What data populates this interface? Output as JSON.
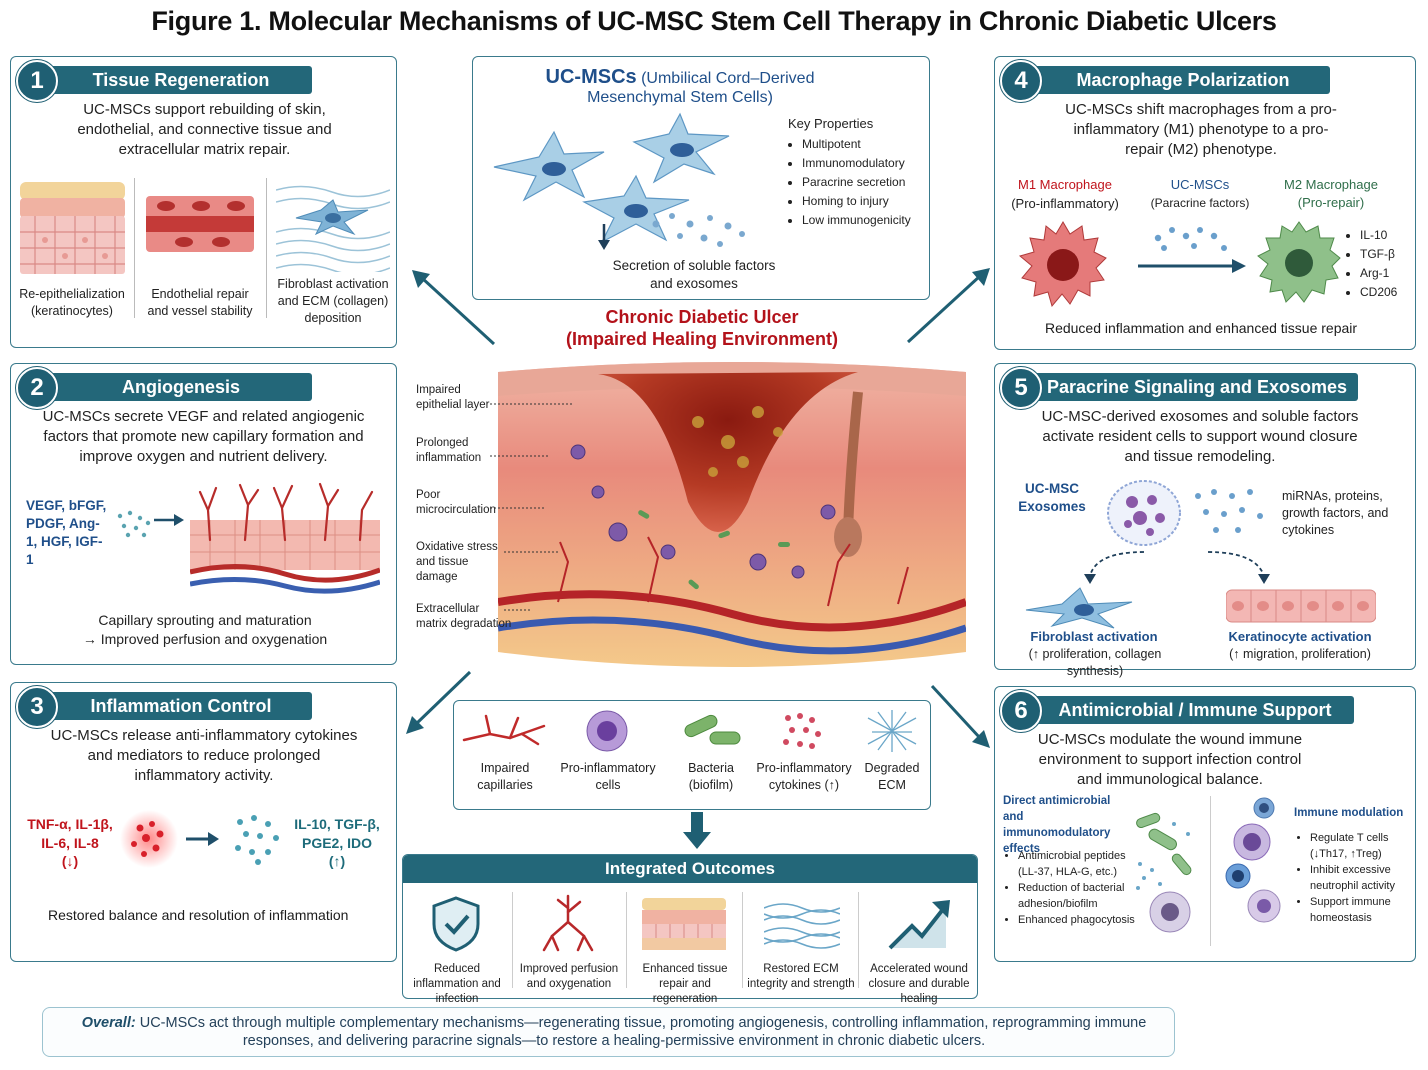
{
  "title": "Figure 1. Molecular Mechanisms of UC-MSC Stem Cell Therapy in Chronic Diabetic Ulcers",
  "colors": {
    "panel_border": "#3a7a8c",
    "header": "#236779",
    "badge": "#1f5f73",
    "accent_red": "#c0141c",
    "accent_blue": "#1f4f8a"
  },
  "center": {
    "msc_title": "UC-MSCs",
    "msc_subtitle_1": "(Umbilical Cord–Derived",
    "msc_subtitle_2": "Mesenchymal Stem Cells)",
    "props_title": "Key Properties",
    "props": [
      "Multipotent",
      "Immunomodulatory",
      "Paracrine secretion",
      "Homing to injury",
      "Low immunogenicity"
    ],
    "secretion": "Secretion of soluble factors and exosomes",
    "ulcer_title_1": "Chronic Diabetic Ulcer",
    "ulcer_title_2": "(Impaired Healing Environment)",
    "ulcer_labels": [
      "Impaired epithelial layer",
      "Prolonged inflammation",
      "Poor microcirculation",
      "Oxidative stress and tissue damage",
      "Extracellular matrix degradation"
    ],
    "legend": [
      {
        "label": "Impaired capillaries",
        "icon": "capillary-icon"
      },
      {
        "label": "Pro-inflammatory cells",
        "icon": "inflammatory-cell-icon"
      },
      {
        "label": "Bacteria (biofilm)",
        "icon": "bacteria-icon"
      },
      {
        "label": "Pro-inflammatory cytokines (↑)",
        "icon": "cytokine-icon"
      },
      {
        "label": "Degraded ECM",
        "icon": "ecm-icon"
      }
    ]
  },
  "panel1": {
    "num": "1",
    "title": "Tissue Regeneration",
    "desc": "UC-MSCs support rebuilding of skin, endothelial, and connective tissue and extracellular matrix repair.",
    "items": [
      "Re-epithelialization (keratinocytes)",
      "Endothelial repair and vessel stability",
      "Fibroblast activation and ECM (collagen) deposition"
    ]
  },
  "panel2": {
    "num": "2",
    "title": "Angiogenesis",
    "desc": "UC-MSCs secrete VEGF and related angiogenic factors that promote new capillary formation and improve oxygen and nutrient delivery.",
    "factors": "VEGF, bFGF, PDGF, Ang-1, HGF, IGF-1",
    "caption_1": "Capillary sprouting and maturation",
    "caption_2": "→ Improved perfusion and oxygenation"
  },
  "panel3": {
    "num": "3",
    "title": "Inflammation Control",
    "desc": "UC-MSCs release anti-inflammatory cytokines and mediators to reduce prolonged inflammatory activity.",
    "pro": "TNF-α, IL-1β, IL-6, IL-8",
    "pro_dir": "(↓)",
    "anti": "IL-10, TGF-β, PGE2, IDO",
    "anti_dir": "(↑)",
    "caption": "Restored balance and resolution of inflammation"
  },
  "panel4": {
    "num": "4",
    "title": "Macrophage Polarization",
    "desc": "UC-MSCs shift macrophages from a pro-inflammatory (M1) phenotype to a pro-repair (M2) phenotype.",
    "m1_title": "M1 Macrophage",
    "m1_sub": "(Pro-inflammatory)",
    "msc_title": "UC-MSCs",
    "msc_sub": "(Paracrine factors)",
    "m2_title": "M2 Macrophage",
    "m2_sub": "(Pro-repair)",
    "markers": [
      "IL-10",
      "TGF-β",
      "Arg-1",
      "CD206"
    ],
    "caption": "Reduced inflammation and enhanced tissue repair"
  },
  "panel5": {
    "num": "5",
    "title": "Paracrine Signaling and Exosomes",
    "desc": "UC-MSC-derived exosomes and soluble factors activate resident cells to support wound closure and tissue remodeling.",
    "exo_label": "UC-MSC Exosomes",
    "cargo": "miRNAs, proteins, growth factors, and cytokines",
    "fib_title": "Fibroblast activation",
    "fib_sub": "(↑ proliferation, collagen synthesis)",
    "ker_title": "Keratinocyte activation",
    "ker_sub": "(↑ migration, proliferation)"
  },
  "panel6": {
    "num": "6",
    "title": "Antimicrobial / Immune Support",
    "desc": "UC-MSCs modulate the wound immune environment to support infection control and immunological balance.",
    "left_title": "Direct antimicrobial and immunomodulatory effects",
    "left_items": [
      "Antimicrobial peptides (LL-37, HLA-G, etc.)",
      "Reduction of bacterial adhesion/biofilm",
      "Enhanced phagocytosis"
    ],
    "right_title": "Immune modulation",
    "right_items": [
      "Regulate T cells (↓Th17, ↑Treg)",
      "Inhibit excessive neutrophil activity",
      "Support immune homeostasis"
    ]
  },
  "outcomes": {
    "title": "Integrated Outcomes",
    "items": [
      {
        "label": "Reduced inflammation and infection",
        "icon": "shield-check-icon"
      },
      {
        "label": "Improved perfusion and oxygenation",
        "icon": "vessel-icon"
      },
      {
        "label": "Enhanced tissue repair and regeneration",
        "icon": "skin-layers-icon"
      },
      {
        "label": "Restored ECM integrity and strength",
        "icon": "collagen-mesh-icon"
      },
      {
        "label": "Accelerated wound closure and durable healing",
        "icon": "trend-up-icon"
      }
    ]
  },
  "overall": {
    "label": "Overall:",
    "text": "UC-MSCs act through multiple complementary mechanisms—regenerating tissue, promoting angiogenesis, controlling inflammation, reprogramming immune responses, and delivering paracrine signals—to restore a healing-permissive environment in chronic diabetic ulcers."
  }
}
